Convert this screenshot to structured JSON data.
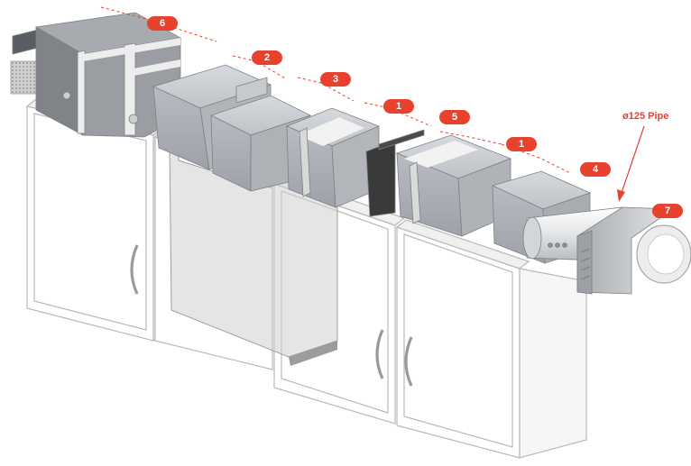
{
  "colors": {
    "badge": "#e8412e",
    "cabinet_stroke": "#b9b9b9",
    "duct_light": "#c9ccd1",
    "duct_mid": "#aeb2b8",
    "duct_dark": "#8e9298",
    "unit_dark": "#75787c",
    "band_white": "#f4f4f4",
    "gasket": "#3a3a3a",
    "grille": "#b5b5b5"
  },
  "badges": [
    {
      "label": "6"
    },
    {
      "label": "2"
    },
    {
      "label": "3"
    },
    {
      "label": "1"
    },
    {
      "label": "5"
    },
    {
      "label": "1"
    },
    {
      "label": "4"
    },
    {
      "label": "7"
    }
  ],
  "callout": {
    "label": "ø125 Pipe"
  }
}
